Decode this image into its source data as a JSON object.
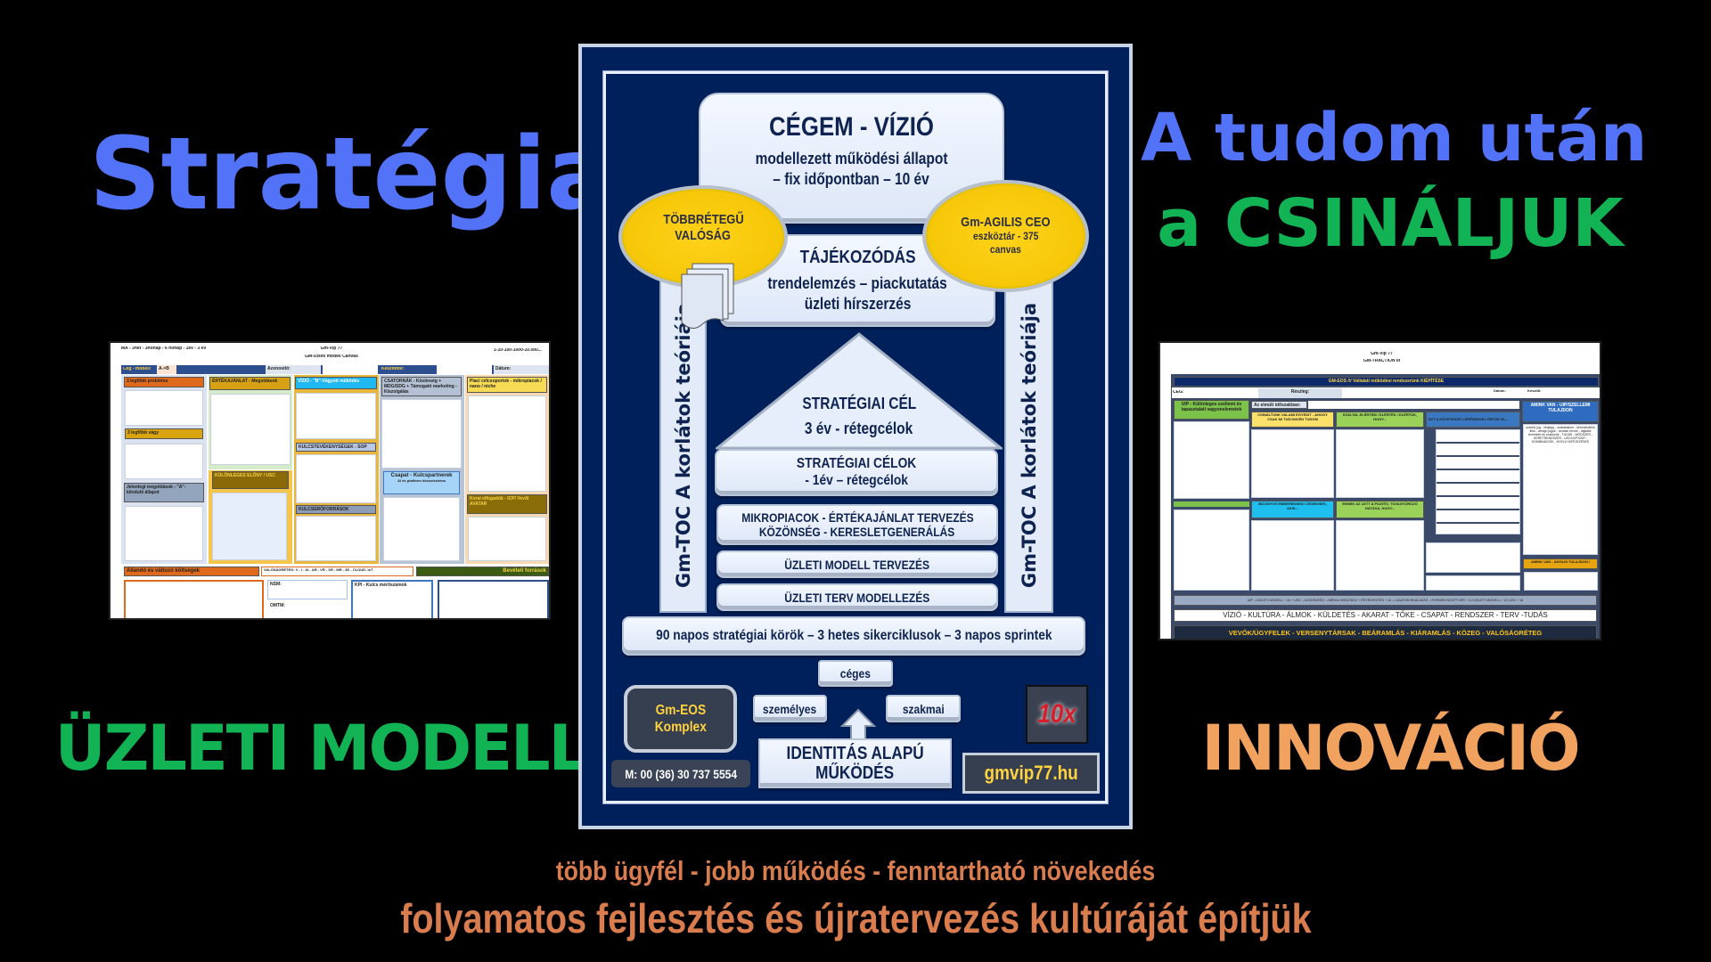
{
  "left_text": {
    "title": "Stratégia",
    "bottom": "ÜZLETI MODELL"
  },
  "right_text": {
    "line1": "A tudom után",
    "line2": "a CSINÁLJUK",
    "bottom": "INNOVÁCIÓ"
  },
  "footer": {
    "line1": "több ügyfél - jobb működés - fenntartható növekedés",
    "line2": "folyamatos fejlesztés és újratervezés kultúráját építjük"
  },
  "colors": {
    "blue": "#5273f7",
    "green": "#12b355",
    "orange": "#f2a25f",
    "footer": "#d97c4e",
    "navy": "#00205b",
    "yellow": "#f7c800"
  },
  "panel": {
    "vision": {
      "title": "CÉGEM - VÍZIÓ",
      "line1": "modellezett működési állapot",
      "line2": "– fix időpontban – 10 év"
    },
    "reality": {
      "line1": "TÖBBRÉTEGŰ",
      "line2": "VALÓSÁG"
    },
    "agilis": {
      "line1": "Gm-AGILIS CEO",
      "line2": "eszköztár - 375",
      "line3": "canvas"
    },
    "orientation": {
      "title": "TÁJÉKOZÓDÁS",
      "line1": "trendelemzés – piackutatás",
      "line2": "üzleti hírszerzés"
    },
    "pillar": "Gm-TOC   A korlátok teóriája",
    "goal": {
      "title": "STRATÉGIAI CÉL",
      "sub": "3 év - rétegcélok"
    },
    "goals": {
      "line1": "STRATÉGIAI CÉLOK",
      "line2": "- 1év – rétegcélok"
    },
    "micro": {
      "line1": "MIKROPIACOK - ÉRTÉKAJÁNLAT TERVEZÉS",
      "line2": "KÖZÖNSÉG - KERESLETGENERÁLÁS"
    },
    "bm": "ÜZLETI MODELL TERVEZÉS",
    "bp": "ÜZLETI TERV MODELLEZÉS",
    "cycles": "90 napos stratégiai körök – 3 hetes sikerciklusok – 3 napos sprintek",
    "ceges": "céges",
    "szemelyes": "személyes",
    "szakmai": "szakmai",
    "eos": {
      "line1": "Gm-EOS",
      "line2": "Komplex"
    },
    "phone": "M: 00 (36) 30 737 5554",
    "identity": {
      "line1": "IDENTITÁS ALAPÚ",
      "line2": "MŰKÖDÉS"
    },
    "tenx": "10x",
    "site": "gmvip77.hu"
  },
  "canvas_left": {
    "timeline": "MA - 3hét - 3hónap - 6 hónap - 1év - 3 év",
    "brand": "Gm-Vip 77",
    "title": "GM-Üzleti modell Canvas",
    "scale": "1-10-100-1000-10.000...",
    "row": {
      "company": "Cég - modell:",
      "ab": "A->B",
      "id": "Azonosító:",
      "made": "Készítette:",
      "date": "Dátum:"
    },
    "problems": "3 legfőbb probléma",
    "desires": "3 legfőbb vágy",
    "current": "Jelenlegi megoldások - \"A\"- kiinduló állapot",
    "value": "ÉRTÉKAJÁNLAT - Megoldások",
    "usc": "KÜLÖNLEGES ELŐNY / USC",
    "vision": "VÍZIÓ - \"B\"-Vágyott működés",
    "activities": "KULCSTEVÉKENYSÉGEK - SOP",
    "resources": "KULCSERŐFORRÁSOK",
    "channels": "CSATORNÁK - Közönség + MDG/SDG + Támogató marketing - Kiszolgálás",
    "team": "Csapat - Kulcspartnerek",
    "team_sub": "AI és platform ökoszisztéma",
    "segments": "Piaci célcsoportok - mikropiacok / nano / niche",
    "early": "Korai elfogadók - ICP/ Vevői AVATAR",
    "costs": "Állandó és változó költségek",
    "reality": "VALÓSÁGRÉTEG:  V - I - AI - AR - VR - XR - MR - 3D - CLOUD- IoT",
    "revenue": "Bevételi források",
    "nsm": "NSM:",
    "omtm": "OMTM:",
    "kpi": "KPI - Kulcs mérőszámok"
  },
  "canvas_right": {
    "brand": "Gm-Vip 77",
    "title": "GM-TRACTION III",
    "banner": "GM-EOS /// Vállalati működési rendszerünk KIÉPÍTÉSE",
    "company": "CÉG:",
    "dept": "Részleg:",
    "date": "Dátum:",
    "author": "Készítő:",
    "uip": "UIP - Különleges szellemi és tapasztalati vagyonelemeink",
    "period": "Az elmúlt időszakban:",
    "did": "CSINÁLTUNK VALAMI EGYEDIT - AHOGY CSAK MI TUDJUK/ÉN TUDOM",
    "achieved": "EZÁLTAL ELÉRTEM / ELÉRTÉK / ELÉRTÜK, HOGY...",
    "steps": "EZT A KÖVETKEZŐ LÉPÉSEKKEL ÉRTÜK EL...",
    "people": "BIZONYOS EMBEREKNEK/ CÉGEKNEK, AKIK...",
    "effect": "ENNEK AZ LETT A POZITÍV, TOVAGYŰRŰZŐ HATÁSA, HOGY...",
    "ip": "AMINK VAN - UIP/SZELLEMI TULAJDON",
    "ip_text": "szerzői jog - védjegy - szabadalom - kereskedelmi titok - design jogok - domain nevek - digitális termékek és eszközök - TUDÁS - MÓDSZER - KERETRENDSZER - USC/UVP/USP - KOMBINÁCIÓK - NYELVI KIFEJEZÉSEK",
    "material": "AMINK VAN - ANYAGI TULAJDON /",
    "flow": "UIP ->ÜZLETI MODELL + AI + USC ->KÖZÖNSÉG ->MÉDIA /MDG/SDG + ÉRTÉKESÍTÉS + AI -> ADATOK/SKÁLÁZÁS ->TERMÉK/SZOFTVER + ÚJ ÜZLETI MODELL + ÚJ USC + AI",
    "values": "VÍZIÓ - KULTÚRA - ÁLMOK - KÜLDETÉS - AKARAT - TŐKE - CSAPAT - RENDSZER - TERV -TUDÁS",
    "environment": "VEVŐK/ÜGYFELEK - VERSENYTÁRSAK - BEÁRAMLÁS - KIÁRAMLÁS - KÖZEG - VALÓSÁGRÉTEG"
  }
}
